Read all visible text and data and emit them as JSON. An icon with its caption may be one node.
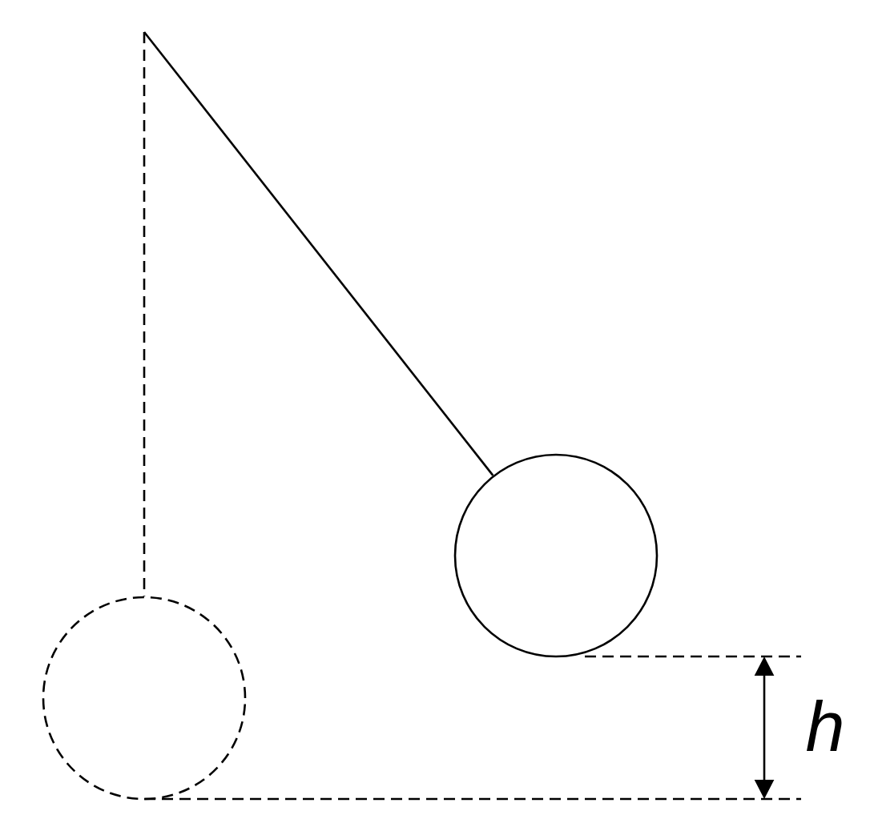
{
  "diagram": {
    "nodes": [
      {
        "text": [],
        "shape": "circle"
      },
      {
        "text": [],
        "shape": "circle"
      }
    ],
    "edges": [
      {
        "from": null,
        "to": 1,
        "arrow": "none"
      },
      {
        "from": null,
        "to": 0,
        "arrow": "none",
        "style": "dashed"
      }
    ],
    "labels": [
      "h"
    ]
  }
}
